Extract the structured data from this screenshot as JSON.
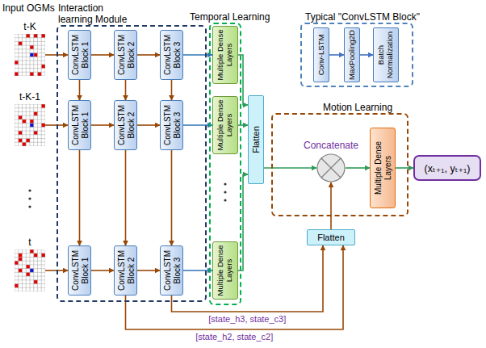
{
  "diagram": {
    "nodes": [
      {
        "text": [
          "t-K"
        ]
      },
      {
        "text": [
          "t-K-1"
        ]
      },
      {
        "text": [
          "t"
        ]
      },
      {
        "text": [
          "Interaction learning Module"
        ]
      },
      {
        "text": [
          "ConvLSTM Block 1"
        ],
        "in": 3
      },
      {
        "text": [
          "ConvLSTM Block 2"
        ],
        "in": 3
      },
      {
        "text": [
          "ConvLSTM Block 3"
        ],
        "in": 3
      },
      {
        "text": [
          "ConvLSTM Block 1"
        ],
        "in": 3
      },
      {
        "text": [
          "ConvLSTM Block 2"
        ],
        "in": 3
      },
      {
        "text": [
          "ConvLSTM Block 3"
        ],
        "in": 3
      },
      {
        "text": [
          "ConvLSTM Block 1"
        ],
        "in": 3
      },
      {
        "text": [
          "ConvLSTM Block 2"
        ],
        "in": 3
      },
      {
        "text": [
          "ConvLSTM Block 3"
        ],
        "in": 3
      },
      {
        "text": [
          "Temporal Learning"
        ]
      },
      {
        "text": [
          "Multiple Dense Layers"
        ],
        "in": 13
      },
      {
        "text": [
          "Multiple Dense Layers"
        ],
        "in": 13
      },
      {
        "text": [
          "Multiple Dense Layers"
        ],
        "in": 13
      },
      {
        "text": [
          "Flatten"
        ]
      },
      {
        "text": [
          "Typical \"ConvLSTM Block\""
        ]
      },
      {
        "text": [
          "Conv-LSTM"
        ],
        "in": 18
      },
      {
        "text": [
          "MaxPooling2D"
        ],
        "in": 18
      },
      {
        "text": [
          "Batch Normalization"
        ],
        "in": 18
      },
      {
        "text": [
          "Motion Learning"
        ]
      },
      {
        "text": [
          "Concatenate"
        ],
        "in": 22
      },
      {
        "text": [
          "Multiple Dense Layers"
        ],
        "in": 22
      },
      {
        "text": [
          "(xₜ₊₁, yₜ₊₁)"
        ]
      },
      {
        "text": [
          "Flatten"
        ]
      }
    ],
    "edges": [
      {
        "from": 0,
        "to": 4,
        "arrow": "to"
      },
      {
        "from": 1,
        "to": 7,
        "arrow": "to"
      },
      {
        "from": 2,
        "to": 10,
        "arrow": "to"
      },
      {
        "from": 4,
        "to": 5,
        "arrow": "to"
      },
      {
        "from": 5,
        "to": 6,
        "arrow": "to"
      },
      {
        "from": 7,
        "to": 8,
        "arrow": "to"
      },
      {
        "from": 8,
        "to": 9,
        "arrow": "to"
      },
      {
        "from": 10,
        "to": 11,
        "arrow": "to"
      },
      {
        "from": 11,
        "to": 12,
        "arrow": "to"
      },
      {
        "from": 4,
        "to": 7,
        "arrow": "to"
      },
      {
        "from": 5,
        "to": 8,
        "arrow": "to"
      },
      {
        "from": 6,
        "to": 9,
        "arrow": "to"
      },
      {
        "from": 7,
        "to": 10,
        "arrow": "to"
      },
      {
        "from": 8,
        "to": 11,
        "arrow": "to"
      },
      {
        "from": 9,
        "to": 12,
        "arrow": "to"
      },
      {
        "from": 6,
        "to": 14,
        "arrow": "to"
      },
      {
        "from": 9,
        "to": 15,
        "arrow": "to"
      },
      {
        "from": 12,
        "to": 16,
        "arrow": "to"
      },
      {
        "from": 14,
        "to": 17,
        "arrow": "to"
      },
      {
        "from": 15,
        "to": 17,
        "arrow": "to"
      },
      {
        "from": 16,
        "to": 17,
        "arrow": "to"
      },
      {
        "from": 17,
        "to": 23,
        "arrow": "to"
      },
      {
        "from": 26,
        "to": 23,
        "arrow": "to"
      },
      {
        "from": 23,
        "to": 24,
        "arrow": "to"
      },
      {
        "from": 24,
        "to": 25,
        "arrow": "to"
      },
      {
        "from": 12,
        "to": 26,
        "label": "[state_h3, state_c3]",
        "arrow": "to"
      },
      {
        "from": 11,
        "to": 26,
        "label": "[state_h2, state_c2]",
        "arrow": "to"
      },
      {
        "from": 19,
        "to": 20,
        "arrow": "to"
      },
      {
        "from": 20,
        "to": 21,
        "arrow": "to"
      }
    ],
    "labels": [
      "Input OGMs"
    ]
  }
}
